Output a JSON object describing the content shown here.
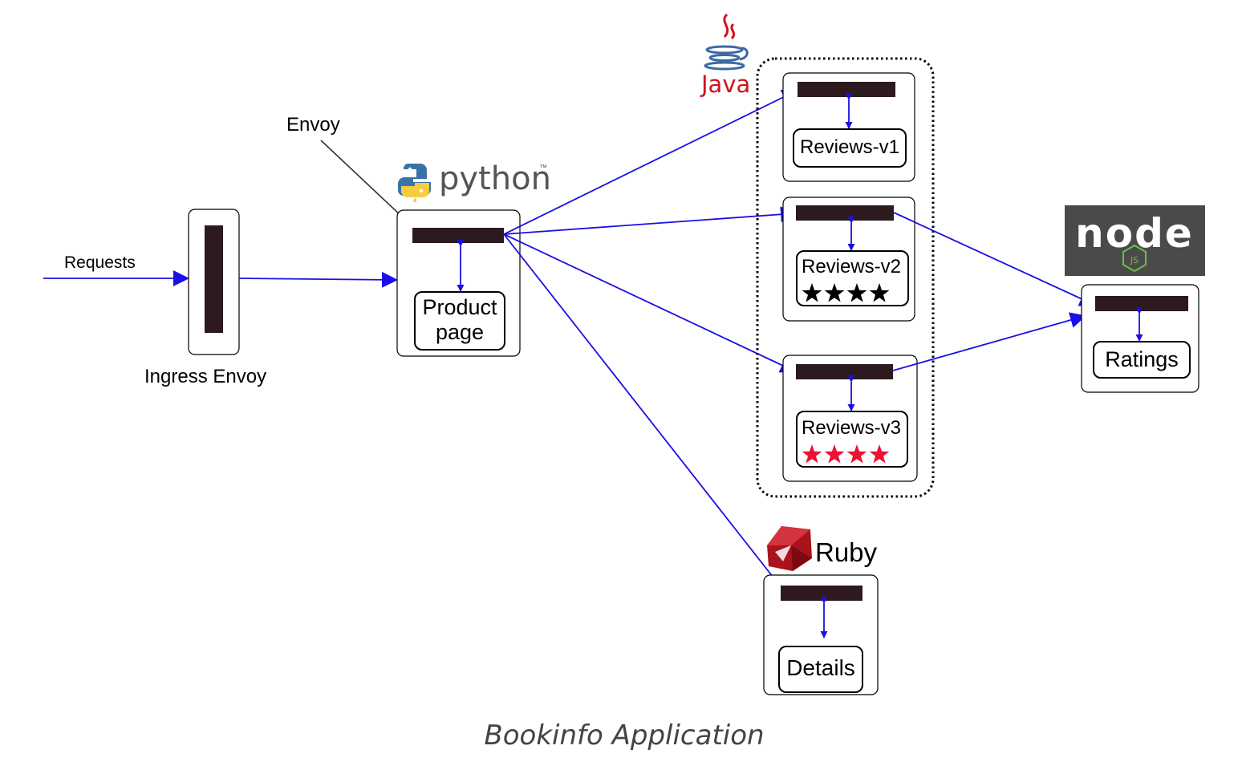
{
  "labels": {
    "requests": "Requests",
    "ingress_envoy": "Ingress Envoy",
    "envoy": "Envoy",
    "caption": "Bookinfo Application"
  },
  "services": {
    "productpage": [
      "Product",
      "page"
    ],
    "reviews_v1": "Reviews-v1",
    "reviews_v2": "Reviews-v2",
    "reviews_v3": "Reviews-v3",
    "ratings": "Ratings",
    "details": "Details"
  },
  "ratings_display": {
    "reviews_v2": {
      "stars": 4,
      "color": "#000000"
    },
    "reviews_v3": {
      "stars": 4,
      "color": "#ee1133"
    }
  },
  "logos": {
    "python": {
      "text": "python",
      "tm": "™",
      "icon": "python-snake-icon",
      "colors": [
        "#3a72a8",
        "#f7cc3f"
      ]
    },
    "java": {
      "text": "Java",
      "icon": "java-cup-icon",
      "color": "#d0131f"
    },
    "ruby": {
      "text": "Ruby",
      "icon": "ruby-gem-icon",
      "color": "#a8131c"
    },
    "node": {
      "text": "node",
      "subtext": "JS",
      "icon": "node-hexagon-icon",
      "bg": "#4a4a4a"
    }
  },
  "colors": {
    "flow": "#1a0fe6",
    "envoy_sidecar": "#2c1a1f"
  }
}
